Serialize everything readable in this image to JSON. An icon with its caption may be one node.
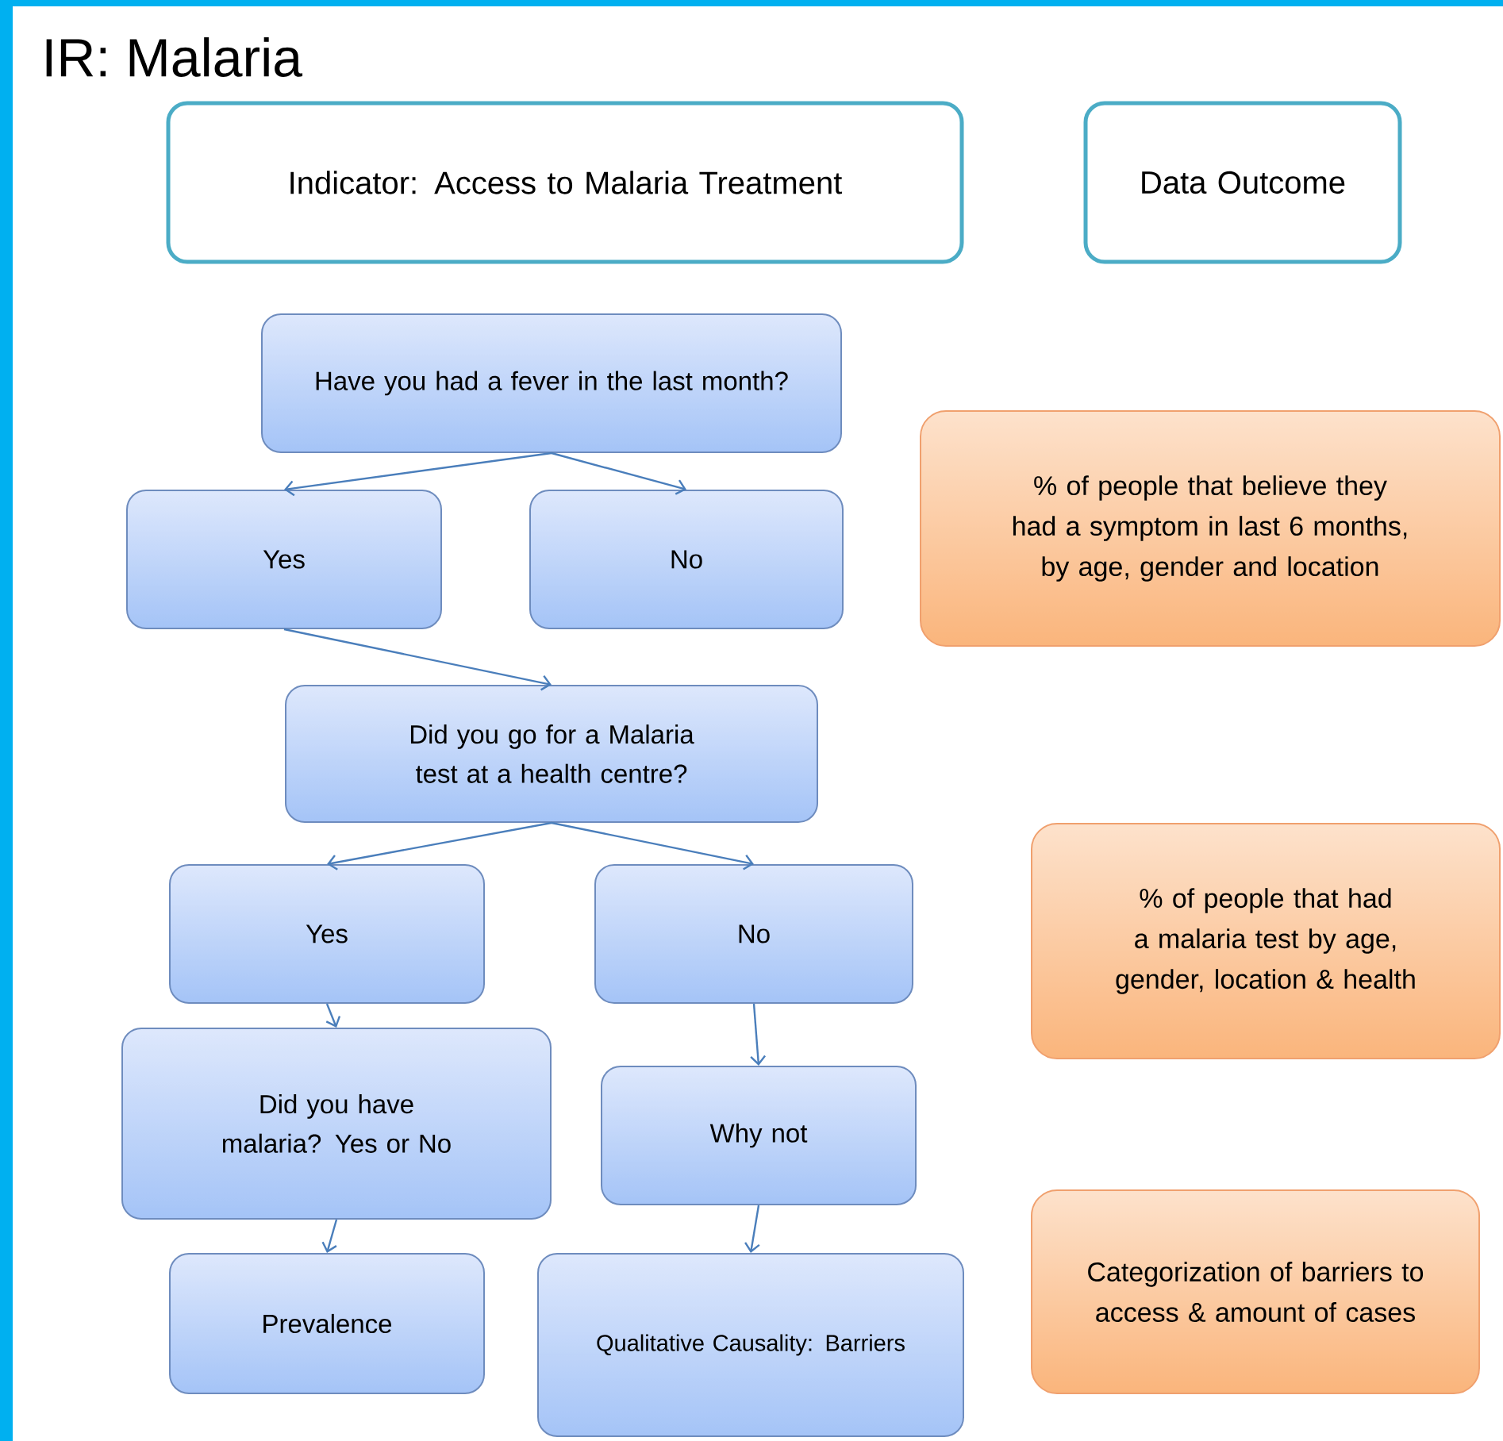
{
  "diagram": {
    "title": "IR: Malaria",
    "nodes": [
      {
        "text": [
          "Indicator: Access to Malaria Treatment"
        ]
      },
      {
        "text": [
          "Data Outcome"
        ]
      },
      {
        "text": [
          "Have you had a fever in the last month?"
        ]
      },
      {
        "text": [
          "Yes"
        ]
      },
      {
        "text": [
          "No"
        ]
      },
      {
        "text": [
          "% of people that believe they had a symptom in last 6 months, by age, gender and location"
        ]
      },
      {
        "text": [
          "Did you go for a Malaria test at a health centre?"
        ]
      },
      {
        "text": [
          "Yes"
        ]
      },
      {
        "text": [
          "No"
        ]
      },
      {
        "text": [
          "% of people that had a malaria test by age, gender, location & health"
        ]
      },
      {
        "text": [
          "Did you have malaria? Yes or No"
        ]
      },
      {
        "text": [
          "Why not"
        ]
      },
      {
        "text": [
          "Prevalence"
        ]
      },
      {
        "text": [
          "Qualitative Causality: Barriers"
        ]
      },
      {
        "text": [
          "Categorization of barriers to access & amount of cases"
        ]
      }
    ],
    "edges": [
      {
        "from": 2,
        "to": 3,
        "arrow": "to"
      },
      {
        "from": 2,
        "to": 4,
        "arrow": "to"
      },
      {
        "from": 3,
        "to": 6,
        "arrow": "to"
      },
      {
        "from": 6,
        "to": 7,
        "arrow": "to"
      },
      {
        "from": 6,
        "to": 8,
        "arrow": "to"
      },
      {
        "from": 7,
        "to": 10,
        "arrow": "to"
      },
      {
        "from": 8,
        "to": 11,
        "arrow": "to"
      },
      {
        "from": 10,
        "to": 12,
        "arrow": "to"
      },
      {
        "from": 11,
        "to": 13,
        "arrow": "to"
      }
    ]
  }
}
